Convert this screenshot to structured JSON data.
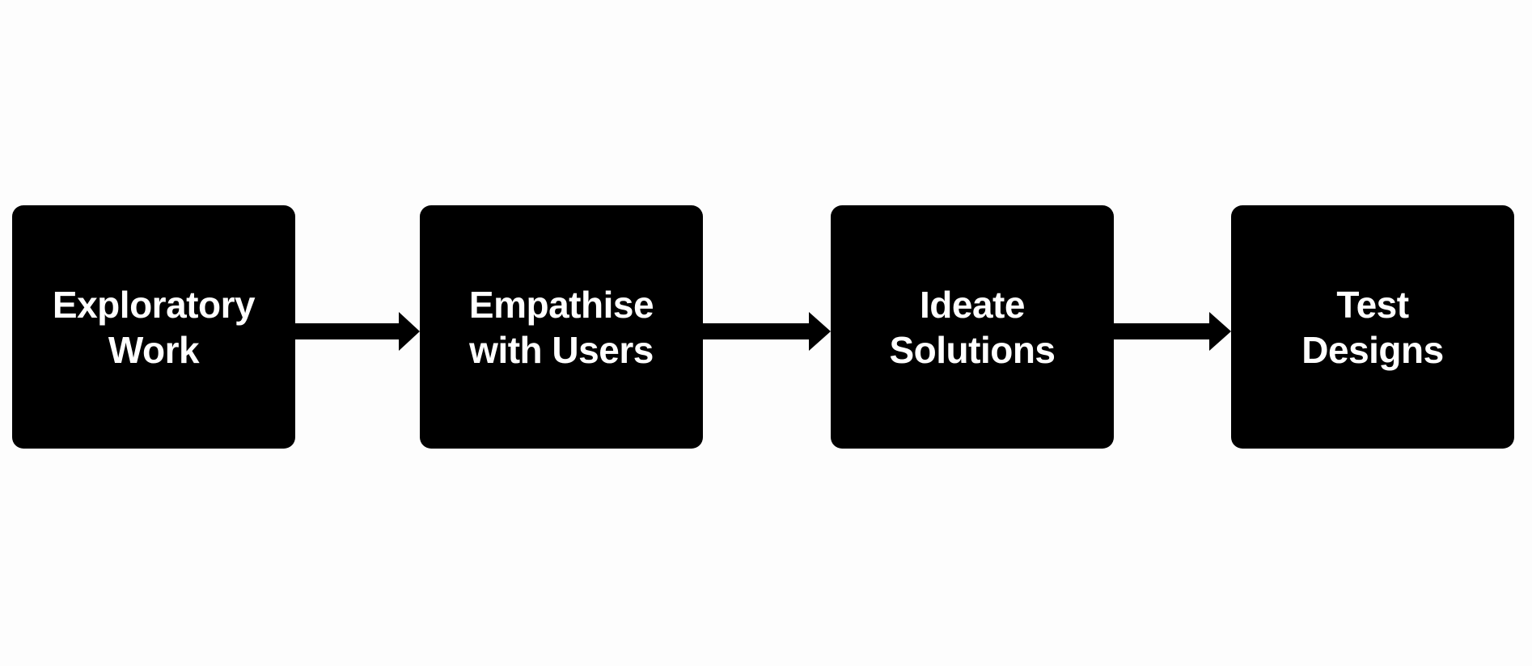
{
  "diagram": {
    "type": "flowchart",
    "direction": "left-to-right",
    "colors": {
      "background": "#fdfdfd",
      "node_fill": "#000000",
      "node_text": "#ffffff",
      "arrow": "#000000"
    },
    "steps": [
      {
        "label": "Exploratory\nWork"
      },
      {
        "label": "Empathise\nwith Users"
      },
      {
        "label": "Ideate\nSolutions"
      },
      {
        "label": "Test\nDesigns"
      }
    ],
    "edges": [
      {
        "from": 0,
        "to": 1
      },
      {
        "from": 1,
        "to": 2
      },
      {
        "from": 2,
        "to": 3
      }
    ]
  }
}
